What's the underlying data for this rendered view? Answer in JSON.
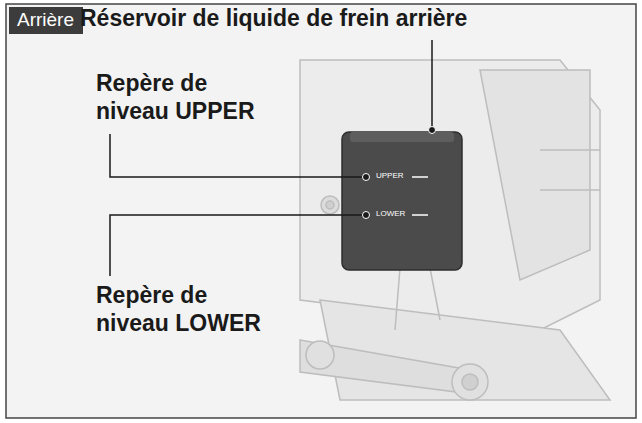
{
  "diagram": {
    "nodes": [
      {
        "text": [
          "Arrière"
        ]
      }
    ],
    "labels": [
      "Réservoir de liquide de frein arrière",
      "Repère de niveau UPPER",
      "Repère de niveau LOWER",
      "UPPER",
      "LOWER"
    ]
  }
}
